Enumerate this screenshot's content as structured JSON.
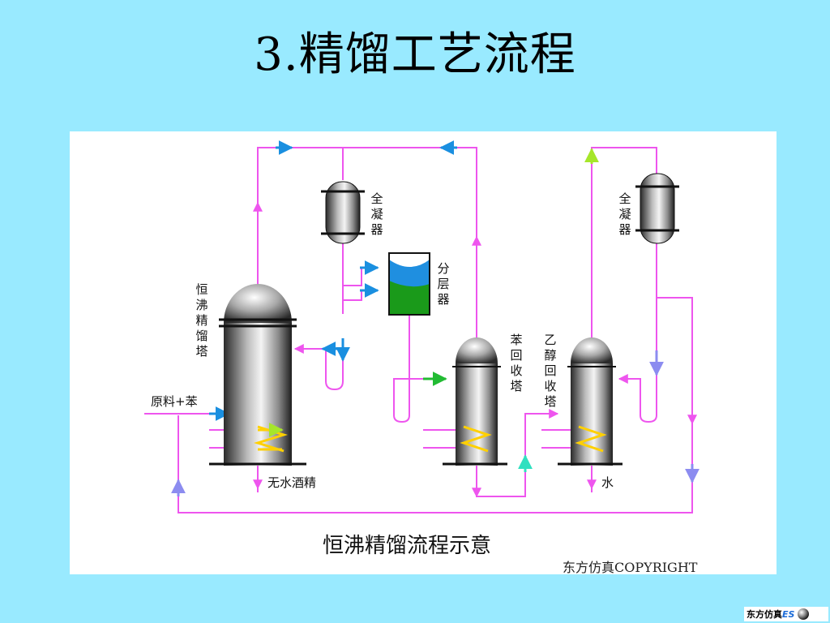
{
  "slide": {
    "title": "3.精馏工艺流程"
  },
  "diagram": {
    "caption": "恒沸精馏流程示意",
    "copyright": "东方仿真COPYRIGHT",
    "labels": {
      "condenser_1": "全凝器",
      "condenser_2": "全凝器",
      "decanter": "分层器",
      "azeotropic_column": "恒沸精馏塔",
      "benzene_recovery_column": "苯回收塔",
      "ethanol_recovery_column": "乙醇回收塔",
      "feed": "原料+苯",
      "product_ethanol": "无水酒精",
      "product_water": "水"
    }
  },
  "logo": {
    "text": "东方仿真",
    "suffix": "ES"
  }
}
